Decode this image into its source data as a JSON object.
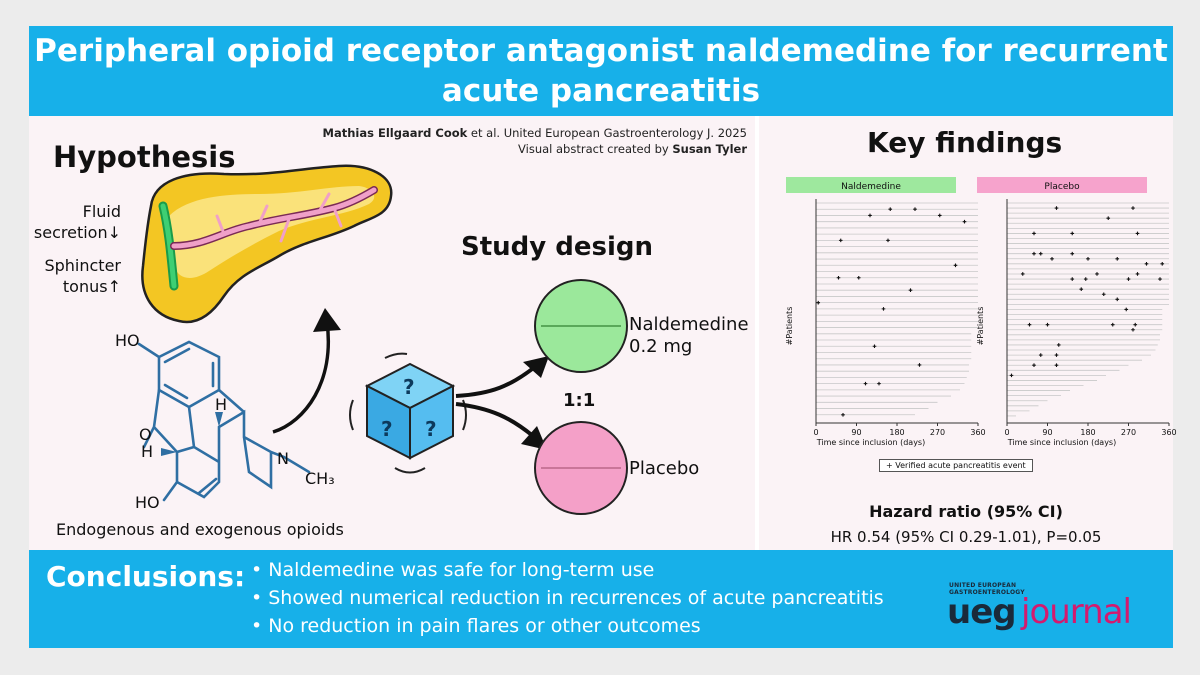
{
  "title": {
    "line1": "Peripheral opioid receptor antagonist naldemedine for recurrent",
    "line2": "acute pancreatitis"
  },
  "citation": {
    "author": "Mathias Ellgaard Cook",
    "ref": " et al. United European Gastroenterology J. 2025",
    "credit_prefix": "Visual abstract created by ",
    "credit_name": "Susan Tyler"
  },
  "hypothesis": {
    "heading": "Hypothesis",
    "fluid_line1": "Fluid",
    "fluid_line2": "secretion↓",
    "sphincter_line1": "Sphincter",
    "sphincter_line2": "tonus↑",
    "opioids_caption": "Endogenous and exogenous opioids"
  },
  "molecule": {
    "ho_top": "HO",
    "o": "O",
    "h_left": "H",
    "h_mid": "H",
    "n": "N",
    "ch3": "CH₃",
    "ho_bottom": "HO"
  },
  "study_design": {
    "heading": "Study design",
    "arm1_line1": "Naldemedine",
    "arm1_line2": "0.2 mg",
    "ratio": "1:1",
    "arm2": "Placebo"
  },
  "key_findings": {
    "heading": "Key findings",
    "hazard_title": "Hazard ratio (95% CI)",
    "hazard_value": "HR 0.54 (95% CI 0.29-1.01), P=0.05"
  },
  "conclusions": {
    "heading": "Conclusions:",
    "items": [
      "• Naldemedine was safe for long-term use",
      "• Showed numerical reduction in recurrences of acute pancreatitis",
      "• No reduction in pain flares or other outcomes"
    ]
  },
  "logo": {
    "top_line1": "UNITED EUROPEAN",
    "top_line2": "GASTROENTEROLOGY",
    "word1": "ueg",
    "word2": "journal"
  },
  "colors": {
    "accent_blue": "#17b0e9",
    "naldemedine_green": "#9be89b",
    "placebo_pink": "#f4a0c8",
    "molecule_blue": "#2f6fa3"
  },
  "chart_data": [
    {
      "type": "scatter",
      "title": "Naldemedine",
      "xlabel": "Time since inclusion (days)",
      "ylabel": "#Patients",
      "xlim": [
        0,
        360
      ],
      "xticks": [
        0,
        90,
        180,
        270,
        360
      ],
      "legend": "Verified acute pancreatitis event",
      "n_patients": 34,
      "followup": [
        360,
        360,
        360,
        360,
        360,
        360,
        360,
        360,
        360,
        360,
        360,
        360,
        360,
        360,
        360,
        360,
        360,
        360,
        360,
        360,
        360,
        345,
        345,
        345,
        345,
        345,
        340,
        340,
        335,
        330,
        320,
        300,
        270,
        250,
        220
      ],
      "events": [
        [
          220,
          1
        ],
        [
          275,
          2
        ],
        [
          330,
          3
        ],
        [
          55,
          6
        ],
        [
          160,
          6
        ],
        [
          310,
          10
        ],
        [
          50,
          12
        ],
        [
          95,
          12
        ],
        [
          210,
          14
        ],
        [
          5,
          16
        ],
        [
          150,
          17
        ],
        [
          130,
          23
        ],
        [
          230,
          26
        ],
        [
          110,
          29
        ],
        [
          140,
          29
        ],
        [
          60,
          34
        ],
        [
          165,
          36
        ],
        [
          120,
          37
        ]
      ]
    },
    {
      "type": "scatter",
      "title": "Placebo",
      "xlabel": "Time since inclusion (days)",
      "ylabel": "#Patients",
      "xlim": [
        0,
        360
      ],
      "xticks": [
        0,
        90,
        180,
        270,
        360
      ],
      "legend": "Verified acute pancreatitis event",
      "n_patients": 38,
      "followup": [
        360,
        360,
        360,
        360,
        360,
        360,
        360,
        360,
        360,
        360,
        360,
        360,
        360,
        360,
        360,
        360,
        360,
        360,
        360,
        360,
        360,
        345,
        345,
        345,
        345,
        345,
        340,
        340,
        335,
        330,
        320,
        300,
        270,
        250,
        220,
        200,
        170,
        140,
        120,
        90,
        70,
        50,
        20
      ],
      "events": [
        [
          110,
          1
        ],
        [
          280,
          1
        ],
        [
          225,
          3
        ],
        [
          60,
          6
        ],
        [
          145,
          6
        ],
        [
          290,
          6
        ],
        [
          60,
          10
        ],
        [
          75,
          10
        ],
        [
          145,
          10
        ],
        [
          100,
          11
        ],
        [
          180,
          11
        ],
        [
          245,
          11
        ],
        [
          310,
          12
        ],
        [
          345,
          12
        ],
        [
          35,
          14
        ],
        [
          200,
          14
        ],
        [
          290,
          14
        ],
        [
          145,
          15
        ],
        [
          175,
          15
        ],
        [
          270,
          15
        ],
        [
          340,
          15
        ],
        [
          165,
          17
        ],
        [
          215,
          18
        ],
        [
          245,
          19
        ],
        [
          265,
          21
        ],
        [
          50,
          24
        ],
        [
          90,
          24
        ],
        [
          235,
          24
        ],
        [
          285,
          24
        ],
        [
          280,
          25
        ],
        [
          115,
          28
        ],
        [
          75,
          30
        ],
        [
          110,
          30
        ],
        [
          60,
          32
        ],
        [
          110,
          32
        ],
        [
          10,
          34
        ]
      ]
    }
  ]
}
